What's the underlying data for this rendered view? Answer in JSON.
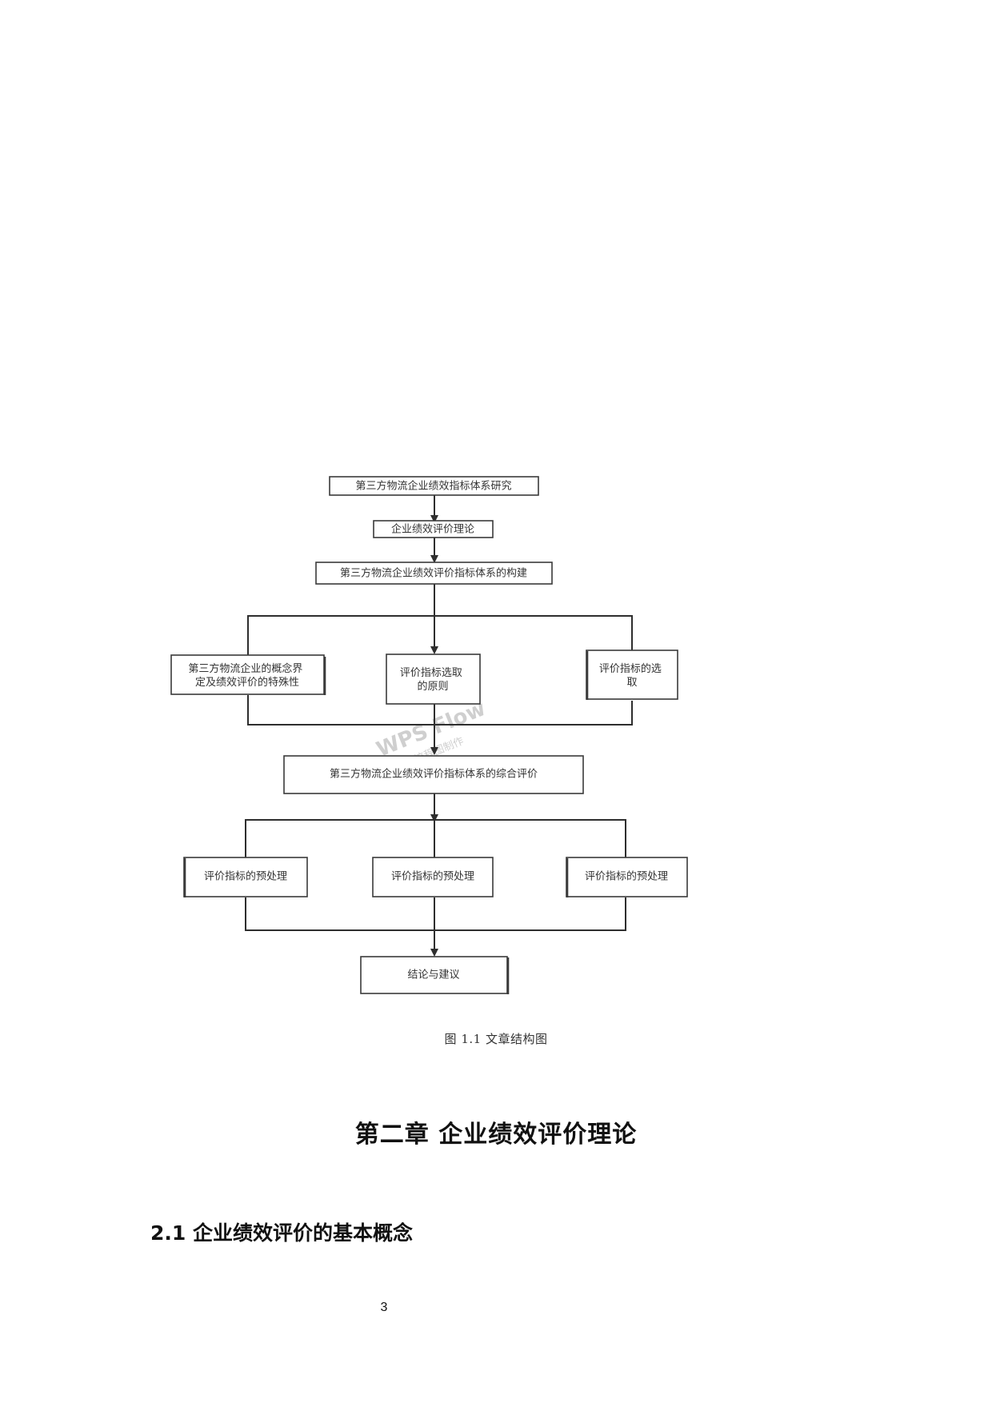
{
  "flowchart": {
    "nodes": [
      "第三方物流企业绩效指标体系研究",
      "企业绩效评价理论",
      "第三方物流企业绩效评价指标体系的构建",
      "第三方物流企业的概念界定及绩效评价的特殊性",
      "评价指标选取的原则",
      "评价指标的选取",
      "第三方物流企业绩效评价指标体系的综合评价",
      "评价指标的预处理",
      "评价指标的预处理",
      "评价指标的预处理",
      "结论与建议"
    ],
    "watermark": {
      "title": "WPS Flow",
      "subtitle": "WPS流程图制作"
    }
  },
  "figure_caption": "图 1.1  文章结构图",
  "chapter_title": "第二章  企业绩效评价理论",
  "section_title": "2.1 企业绩效评价的基本概念",
  "page_number": "3"
}
